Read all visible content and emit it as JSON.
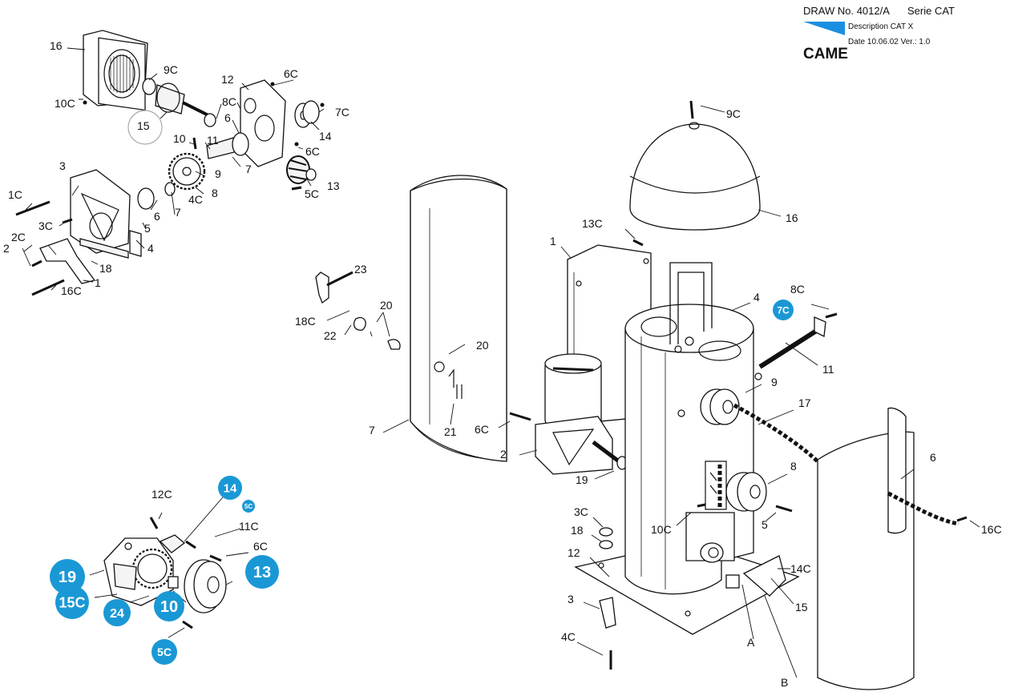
{
  "header": {
    "draw_no": "DRAW No. 4012/A",
    "serie": "Serie CAT",
    "description": "Description CAT X",
    "date_ver": "Date 10.06.02   Ver.: 1.0",
    "logo": "CAME"
  },
  "colors": {
    "hotspot": "#1a98d5",
    "header_flag": "#1a8fe0",
    "line": "#111111"
  },
  "labels": {
    "m_16": "16",
    "m_9c": "9C",
    "m_10c": "10C",
    "m_15": "15",
    "m_12": "12",
    "m_6c_a": "6C",
    "m_8c": "8C",
    "m_7c": "7C",
    "m_6": "6",
    "m_10": "10",
    "m_11": "11",
    "m_14": "14",
    "m_6c_b": "6C",
    "m_3": "3",
    "m_9": "9",
    "m_7a": "7",
    "m_13": "13",
    "m_1c": "1C",
    "m_4c": "4C",
    "m_8": "8",
    "m_5c": "5C",
    "m_3c": "3C",
    "m_6b": "6",
    "m_7b": "7",
    "m_5": "5",
    "m_2c": "2C",
    "m_4": "4",
    "m_2": "2",
    "m_18": "18",
    "m_1": "1",
    "m_16c": "16C",
    "b_12c": "12C",
    "b_11c": "11C",
    "b_6c": "6C",
    "c_23": "23",
    "c_20a": "20",
    "c_18c": "18C",
    "c_22": "22",
    "c_20b": "20",
    "c_21": "21",
    "c_7": "7",
    "p_13c": "13C",
    "p_1": "1",
    "p_6c": "6C",
    "p_2": "2",
    "p_19": "19",
    "r_9c": "9C",
    "r_16": "16",
    "r_4": "4",
    "r_8c": "8C",
    "r_11": "11",
    "r_9": "9",
    "r_17": "17",
    "r_6": "6",
    "r_8": "8",
    "r_10c": "10C",
    "r_5": "5",
    "r_16c": "16C",
    "r_3c": "3C",
    "r_18": "18",
    "r_12": "12",
    "r_14c": "14C",
    "r_15": "15",
    "r_3": "3",
    "r_a": "A",
    "r_4c": "4C",
    "r_b": "B"
  },
  "hotspots": {
    "h_14": "14",
    "h_5c_a": "5C",
    "h_13": "13",
    "h_19": "19",
    "h_15c": "15C",
    "h_24": "24",
    "h_10": "10",
    "h_5c_b": "5C",
    "h_7c": "7C"
  }
}
